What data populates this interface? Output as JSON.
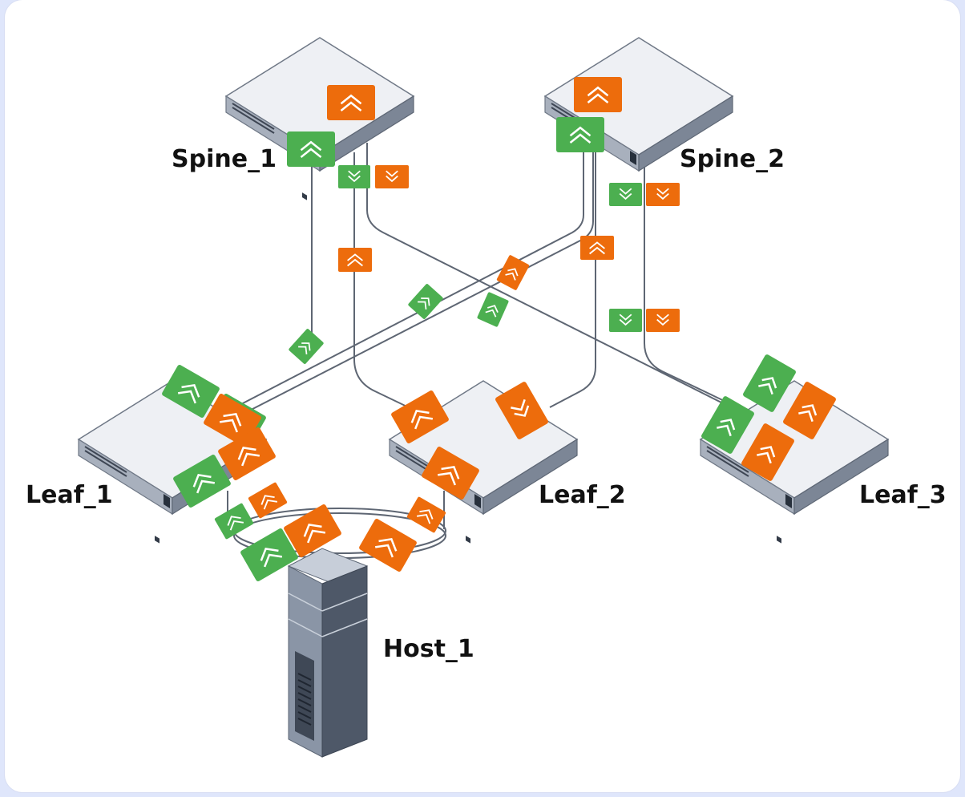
{
  "nodes": {
    "spine_1": "Spine_1",
    "spine_2": "Spine_2",
    "leaf_1": "Leaf_1",
    "leaf_2": "Leaf_2",
    "leaf_3": "Leaf_3",
    "host_1": "Host_1"
  },
  "colors": {
    "background": "#dfe6fb",
    "canvas": "#ffffff",
    "link": "#5e6673",
    "indicator_green": "#4caf50",
    "indicator_orange": "#ed6c0c",
    "switch_top": "#eef0f4",
    "switch_side": "#7c8696",
    "server_front": "#7a8597",
    "server_side": "#4b5565"
  },
  "icons": {
    "switch": "switch-icon",
    "server": "server-icon",
    "green_indicator": "green-chevron-indicator-icon",
    "orange_indicator": "orange-chevron-indicator-icon"
  }
}
